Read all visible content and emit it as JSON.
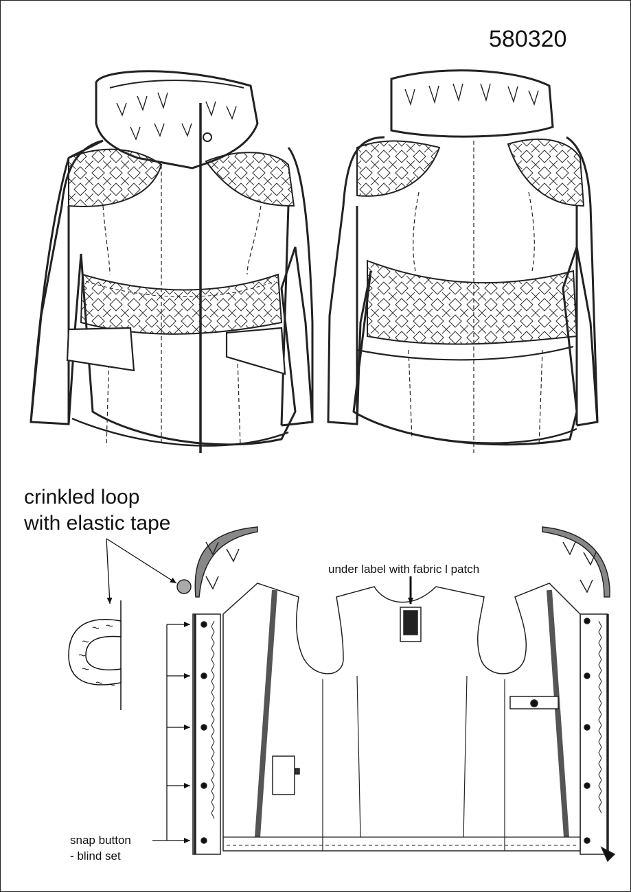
{
  "sheet": {
    "style_code": "580320",
    "annotations": {
      "crinkled_loop_line1": "crinkled loop",
      "crinkled_loop_line2": "with elastic tape",
      "under_label": "under label with fabric l patch",
      "snap_button_line1": "snap button",
      "snap_button_line2": "- blind set"
    }
  },
  "colors": {
    "ink": "#222222",
    "lining_stripe": "#555555",
    "background": "#ffffff"
  }
}
